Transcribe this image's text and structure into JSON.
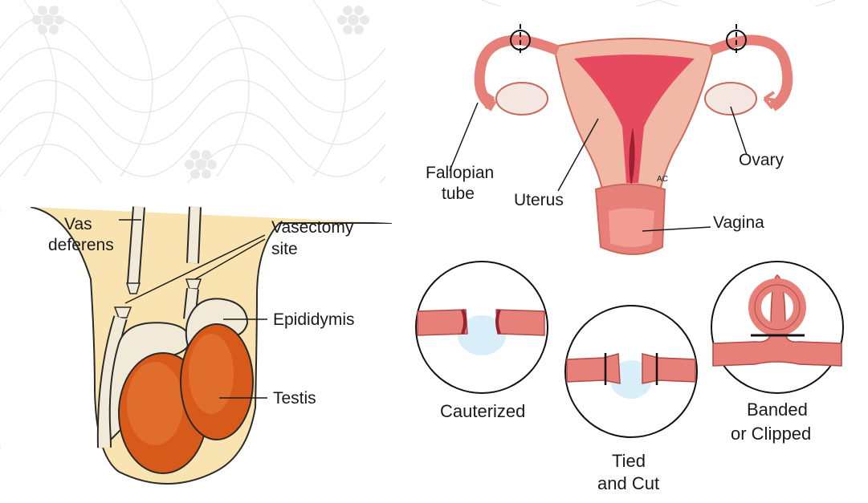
{
  "vasectomy": {
    "labels": {
      "vas_deferens_line1": "Vas",
      "vas_deferens_line2": "deferens",
      "vasectomy_site_line1": "Vasectomy",
      "vasectomy_site_line2": "site",
      "epididymis": "Epididymis",
      "testis": "Testis"
    }
  },
  "tubal_ligation": {
    "labels": {
      "fallopian_tube_line1": "Fallopian",
      "fallopian_tube_line2": "tube",
      "uterus": "Uterus",
      "ovary": "Ovary",
      "vagina": "Vagina",
      "artist_signature": "AC"
    },
    "methods": {
      "cauterized": "Cauterized",
      "tied_line1": "Tied",
      "tied_line2": "and Cut",
      "banded_line1": "Banded",
      "banded_line2": "or Clipped"
    }
  },
  "colors": {
    "skin": "#f9e3b0",
    "tissue": "#e8807a",
    "testis": "#d85a1a",
    "duct": "#f2ead8",
    "background_pattern": "#e6e6e6"
  }
}
